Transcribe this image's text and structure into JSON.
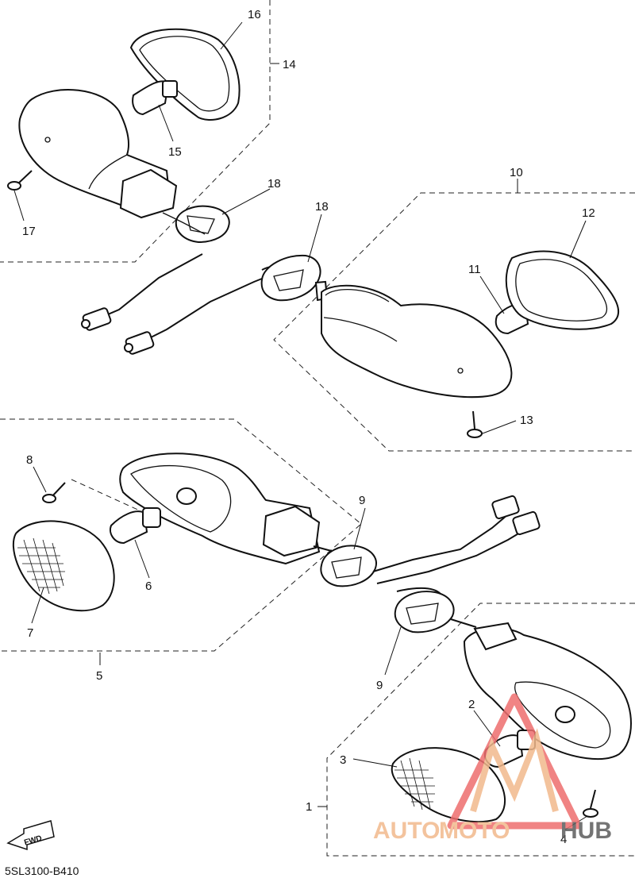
{
  "diagram": {
    "part_numbers": {
      "p1": "1",
      "p2": "2",
      "p3": "3",
      "p4": "4",
      "p5": "5",
      "p6": "6",
      "p7": "7",
      "p8": "8",
      "p9a": "9",
      "p9b": "9",
      "p10": "10",
      "p11": "11",
      "p12": "12",
      "p13": "13",
      "p14": "14",
      "p15": "15",
      "p16": "16",
      "p17": "17",
      "p18a": "18",
      "p18b": "18"
    },
    "diagram_code": "5SL3100-B410",
    "fwd_label": "FWD"
  },
  "watermark": {
    "part1": "AUTO",
    "part2": "MOTO",
    "part3": "HUB",
    "color_light": "#f2b98d",
    "color_red": "#ee6e6e",
    "color_gray": "#5c5c5c"
  }
}
